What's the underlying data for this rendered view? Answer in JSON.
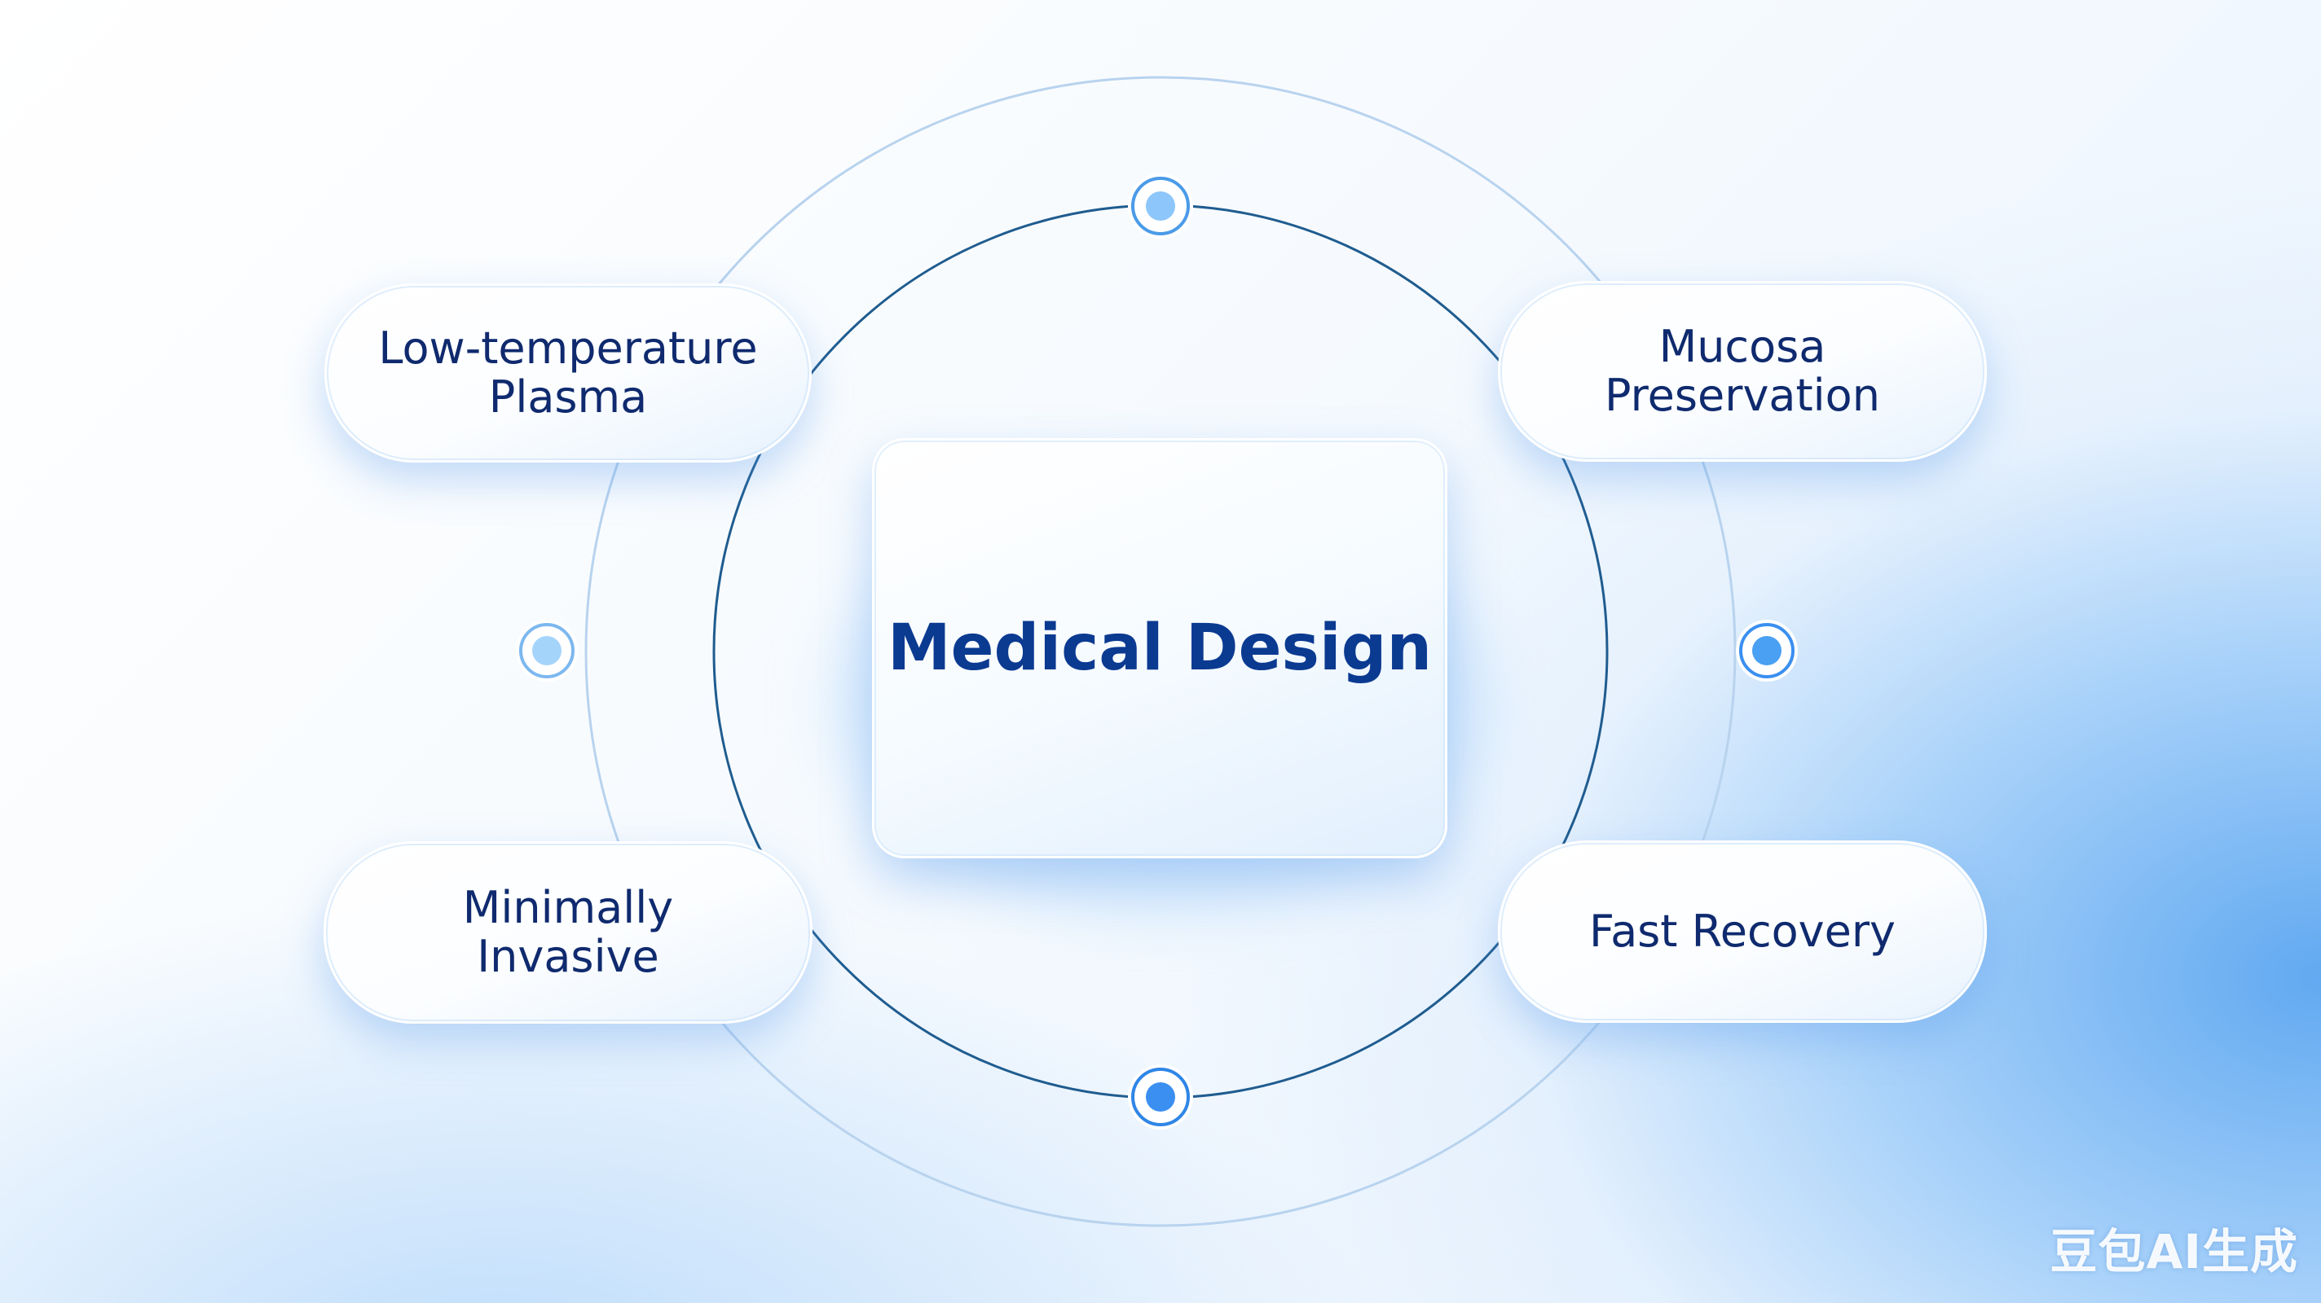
{
  "center": {
    "label": "Medical Design"
  },
  "nodes": {
    "top_left": {
      "label": "Low-temperature\nPlasma"
    },
    "top_right": {
      "label": "Mucosa\nPreservation"
    },
    "bottom_left": {
      "label": "Minimally\nInvasive"
    },
    "bottom_right": {
      "label": "Fast Recovery"
    }
  },
  "watermark": {
    "text": "豆包AI生成"
  },
  "colors": {
    "inner_ring": "#1f5c8f",
    "outer_ring": "#b8d3ee",
    "node_blue": "#3a8ff0",
    "node_light_blue": "#8cc6fa",
    "text_dark": "#0f2a6e",
    "title_blue": "#0b3a91"
  }
}
